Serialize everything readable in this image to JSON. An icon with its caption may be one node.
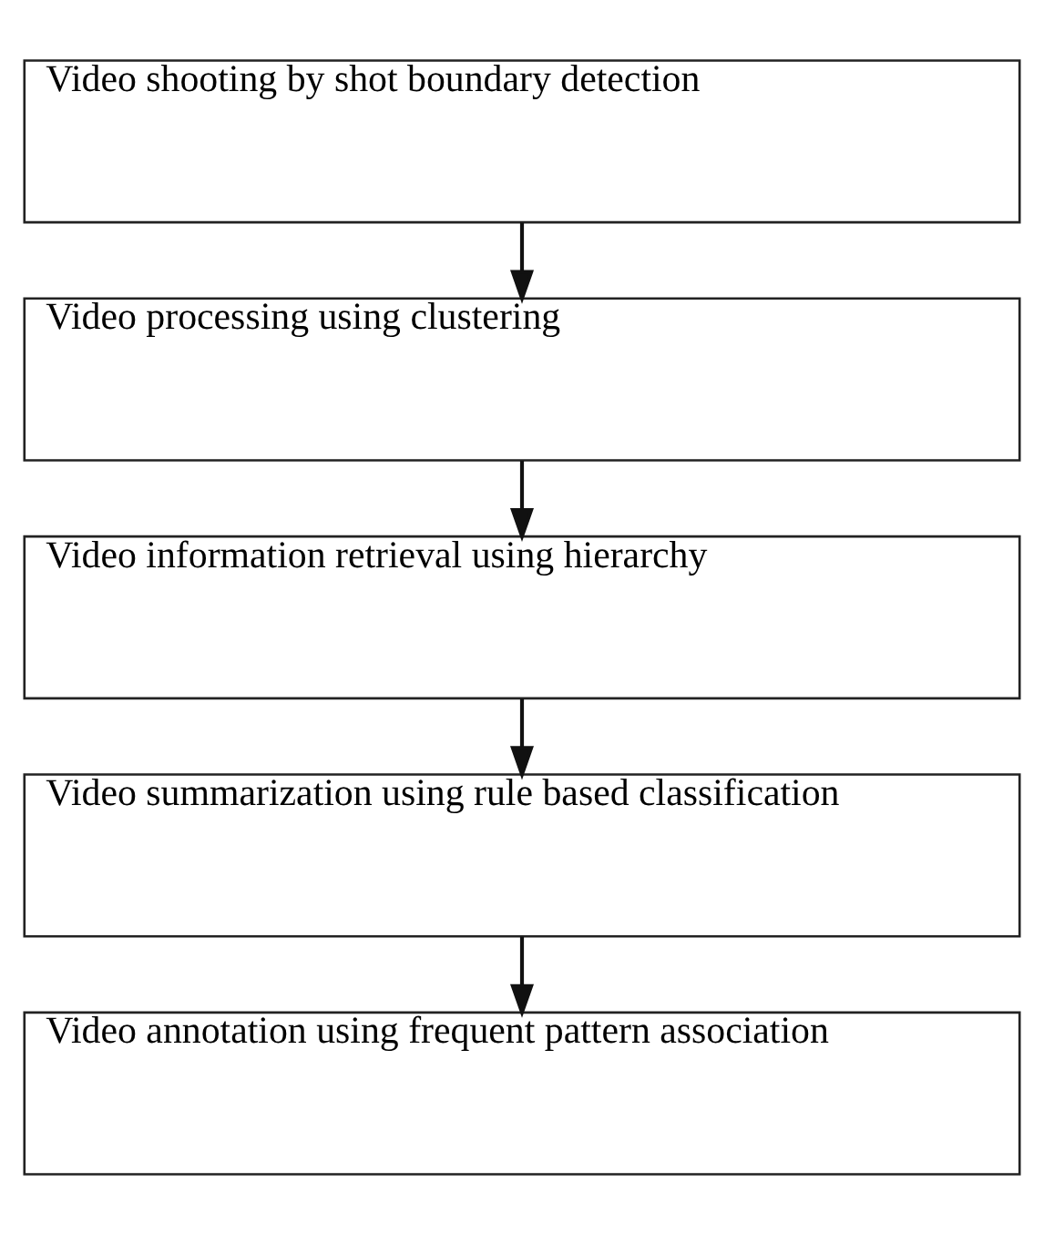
{
  "diagram": {
    "nodes": [
      {
        "text": [
          "Video shooting by shot boundary detection"
        ]
      },
      {
        "text": [
          "Video processing using clustering"
        ]
      },
      {
        "text": [
          "Video information retrieval using hierarchy"
        ]
      },
      {
        "text": [
          "Video summarization using rule based classification"
        ]
      },
      {
        "text": [
          "Video annotation using frequent pattern association"
        ]
      }
    ],
    "edges": [
      {
        "from": 0,
        "to": 1,
        "arrow": "to"
      },
      {
        "from": 1,
        "to": 2,
        "arrow": "to"
      },
      {
        "from": 2,
        "to": 3,
        "arrow": "to"
      },
      {
        "from": 3,
        "to": 4,
        "arrow": "to"
      }
    ]
  }
}
